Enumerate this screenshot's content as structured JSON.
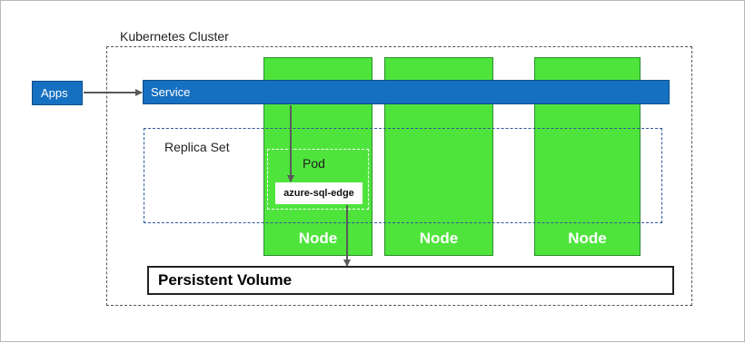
{
  "diagram": {
    "cluster_label": "Kubernetes Cluster",
    "apps_label": "Apps",
    "service_label": "Service",
    "replicaset_label": "Replica Set",
    "pod_label": "Pod",
    "container_label": "azure-sql-edge",
    "nodes": [
      {
        "label": "Node"
      },
      {
        "label": "Node"
      },
      {
        "label": "Node"
      }
    ],
    "persistent_volume_label": "Persistent Volume"
  },
  "colors": {
    "node_fill": "#4fe43c",
    "service_fill": "#1670c1",
    "replicaset_border": "#2f5597",
    "arrow": "#595959"
  }
}
